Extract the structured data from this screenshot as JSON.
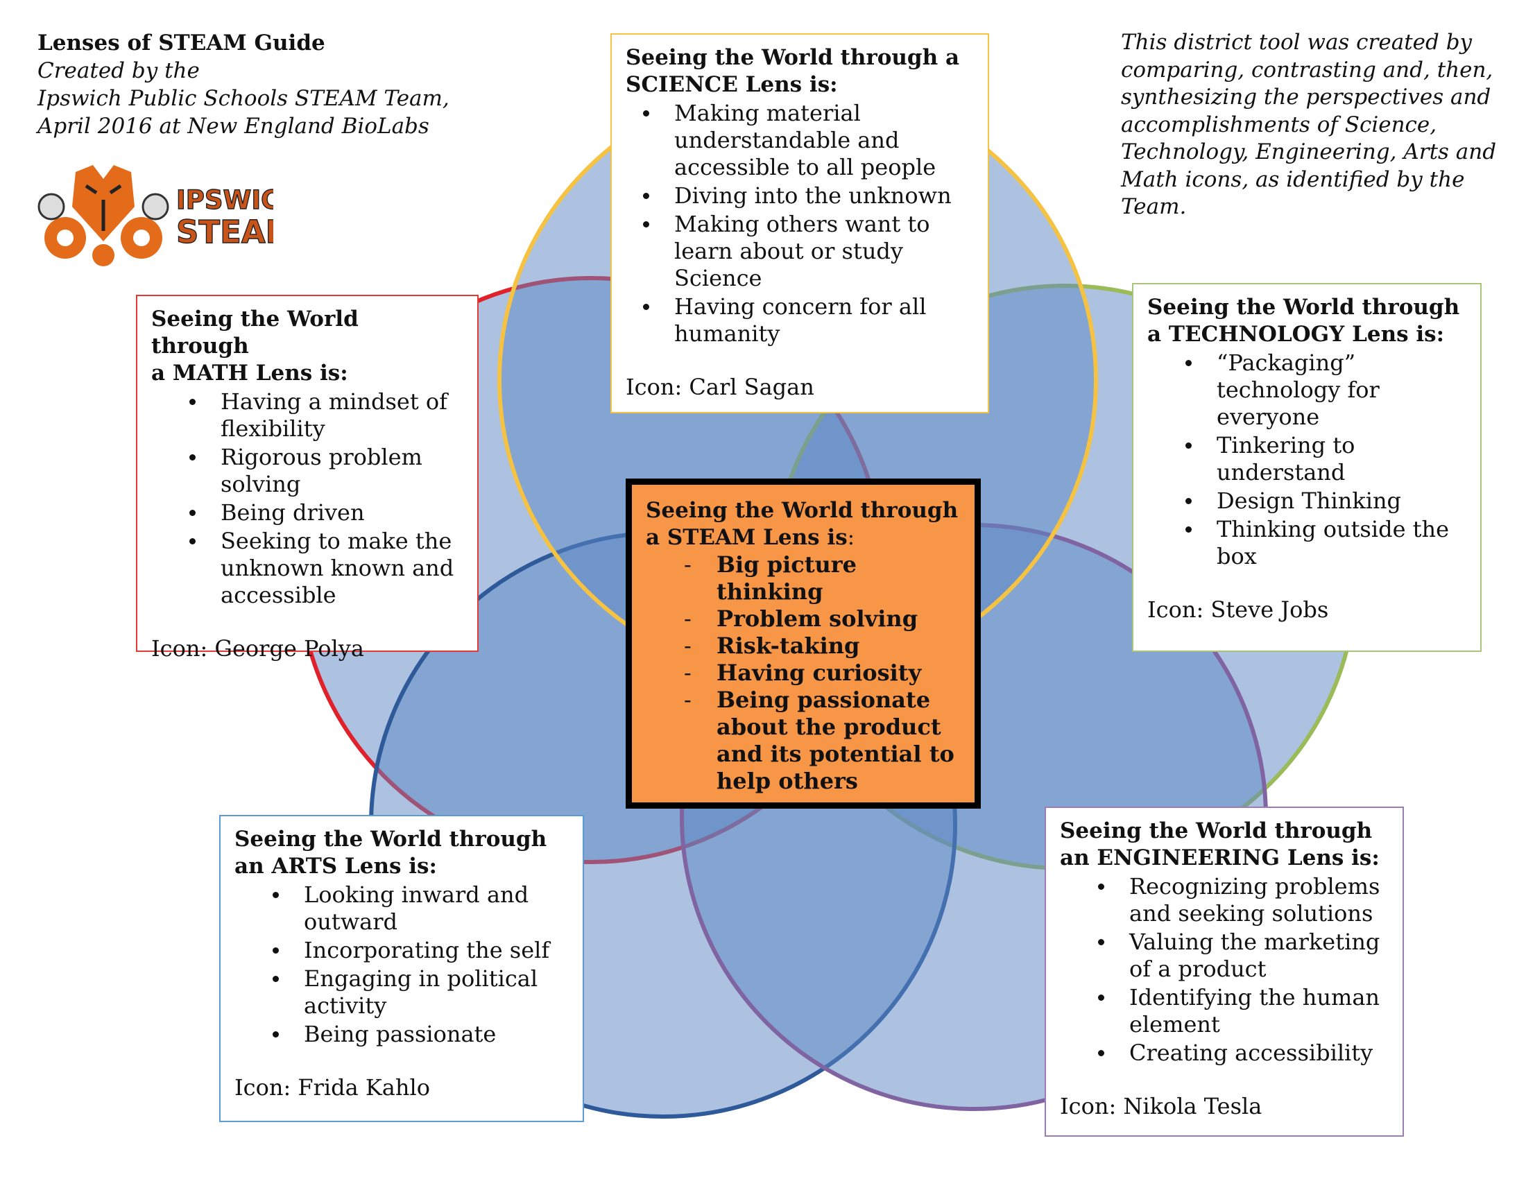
{
  "header": {
    "title": "Lenses of STEAM Guide",
    "line1": "Created by the",
    "line2": "Ipswich Public Schools STEAM Team,",
    "line3": "April 2016 at New England BioLabs"
  },
  "logo": {
    "line1": "IPSWICH",
    "line2": "STEAM"
  },
  "note": "This district tool was created by comparing, contrasting and, then, synthesizing the perspectives and accomplishments of Science, Technology, Engineering, Arts and Math icons, as identified by the Team.",
  "colors": {
    "circle_fill": "#5b86c4",
    "science_ring": "#f5c242",
    "math_ring": "#e0202a",
    "tech_ring": "#9bbb59",
    "arts_ring": "#2f5a9a",
    "eng_ring": "#8064a2",
    "steam_box": "#f79646"
  },
  "science": {
    "heading_l1": "Seeing the World through a",
    "heading_l2": "SCIENCE Lens is:",
    "items": [
      "Making material understandable and accessible to all people",
      "Diving into the unknown",
      "Making others want to learn about or study Science",
      "Having concern for all humanity"
    ],
    "icon": "Icon: Carl Sagan"
  },
  "math": {
    "heading_l1": "Seeing the World through",
    "heading_l2": "a MATH Lens is:",
    "items": [
      "Having a mindset of flexibility",
      "Rigorous problem solving",
      "Being driven",
      "Seeking to make the unknown known and accessible"
    ],
    "icon": "Icon: George Polya"
  },
  "tech": {
    "heading_l1": "Seeing the World through",
    "heading_l2": "a TECHNOLOGY Lens is:",
    "items": [
      "“Packaging” technology for everyone",
      "Tinkering to understand",
      "Design Thinking",
      "Thinking outside the box"
    ],
    "icon": "Icon: Steve Jobs"
  },
  "arts": {
    "heading_l1": "Seeing the World through",
    "heading_l2": "an ARTS Lens is:",
    "items": [
      "Looking inward and outward",
      "Incorporating the self",
      "Engaging in political activity",
      "Being passionate"
    ],
    "icon": "Icon: Frida Kahlo"
  },
  "eng": {
    "heading_l1": "Seeing the World through",
    "heading_l2": "an ENGINEERING Lens is:",
    "items": [
      "Recognizing problems and seeking solutions",
      "Valuing the marketing of a product",
      "Identifying the human element",
      "Creating accessibility"
    ],
    "icon": "Icon: Nikola Tesla"
  },
  "steam": {
    "heading_l1": "Seeing the World through",
    "heading_l2": "a STEAM Lens is",
    "colon": ":",
    "items": [
      "Big picture thinking",
      "Problem solving",
      "Risk-taking",
      "Having curiosity",
      "Being passionate about the product and its potential to help others"
    ]
  }
}
